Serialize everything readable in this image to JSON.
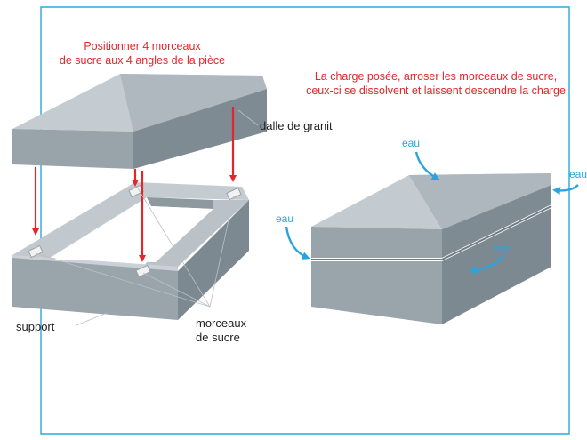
{
  "instructions": {
    "step_placement": [
      "Positionner 4 morceaux",
      "de sucre aux 4 angles de la pièce"
    ],
    "step_watering": [
      "La charge posée, arroser les morceaux de sucre,",
      "ceux-ci se dissolvent et laissent descendre la charge"
    ]
  },
  "labels": {
    "slab": "dalle de granit",
    "support": "support",
    "sugar": [
      "morceaux",
      "de sucre"
    ],
    "water": "eau"
  },
  "colors": {
    "frame": "#29a8df",
    "red_text": "#e3262b",
    "water_arrow": "#2aa4dc",
    "stone_top": "#bec6cc",
    "stone_front": "#8e99a0",
    "stone_side": "#77838a"
  }
}
